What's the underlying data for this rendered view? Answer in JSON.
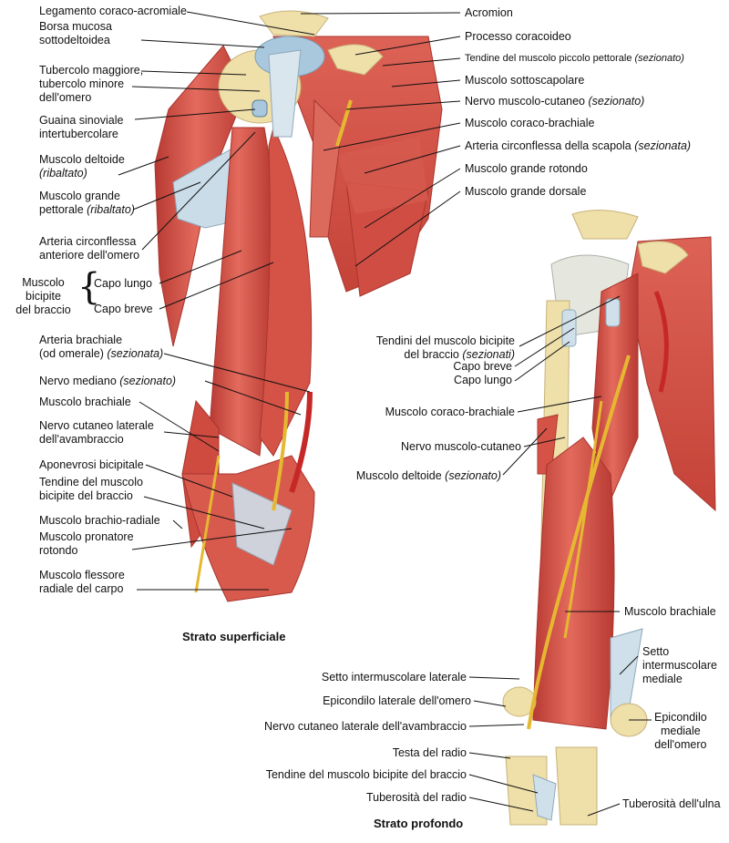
{
  "figure": {
    "caption_superficial": "Strato superficiale",
    "caption_deep": "Strato profondo"
  },
  "superficial": {
    "legamento": "Legamento coraco-acromiale",
    "borsa": "Borsa mucosa\nsottodeltoidea",
    "tubercolo": "Tubercolo maggiore,\ntubercolo minore\ndell'omero",
    "guaina": "Guaina sinoviale\nintertubercolare",
    "deltoide": "Muscolo deltoide",
    "deltoide_note": "(ribaltato)",
    "pettorale": "Muscolo grande\npettorale",
    "pettorale_note": "(ribaltato)",
    "arteria_circ": "Arteria circonflessa\nanteriore dell'omero",
    "bicipite": "Muscolo\nbicipite\ndel braccio",
    "capo_lungo": "Capo lungo",
    "capo_breve": "Capo breve",
    "arteria_brach": "Arteria brachiale\n(od omerale)",
    "arteria_brach_note": "(sezionata)",
    "nervo_mediano": "Nervo mediano",
    "nervo_mediano_note": "(sezionato)",
    "brachiale": "Muscolo brachiale",
    "nervo_cutaneo": "Nervo cutaneo laterale\ndell'avambraccio",
    "aponevrosi": "Aponevrosi bicipitale",
    "tendine_bic": "Tendine del muscolo\nbicipite del braccio",
    "brachioradiale": "Muscolo brachio-radiale",
    "pronatore": "Muscolo pronatore\nrotondo",
    "flessore": "Muscolo flessore\nradiale del carpo",
    "acromion": "Acromion",
    "coracoideo": "Processo coracoideo",
    "piccolo_pett": "Tendine del muscolo piccolo pettorale",
    "piccolo_pett_note": "(sezionato)",
    "sottoscapolare": "Muscolo sottoscapolare",
    "muscolocut": "Nervo muscolo-cutaneo",
    "muscolocut_note": "(sezionato)",
    "coracobrach": "Muscolo coraco-brachiale",
    "circ_scapola": "Arteria circonflessa della scapola",
    "circ_scapola_note": "(sezionata)",
    "grande_rotondo": "Muscolo grande rotondo",
    "grande_dorsale": "Muscolo grande dorsale"
  },
  "deep": {
    "tendini_bic": "Tendini del muscolo bicipite\ndel braccio",
    "tendini_bic_note": "(sezionati)",
    "capo_breve": "Capo breve",
    "capo_lungo": "Capo lungo",
    "coracobrach": "Muscolo coraco-brachiale",
    "muscolocut": "Nervo muscolo-cutaneo",
    "deltoide": "Muscolo deltoide",
    "deltoide_note": "(sezionato)",
    "brachiale": "Muscolo brachiale",
    "setto_lat": "Setto intermuscolare laterale",
    "setto_med": "Setto\nintermuscolare\nmediale",
    "epicondilo_lat": "Epicondilo laterale dell'omero",
    "epicondilo_med": "Epicondilo\nmediale\ndell'omero",
    "nervo_cut": "Nervo cutaneo laterale dell'avambraccio",
    "testa_radio": "Testa del radio",
    "tendine_bic": "Tendine del muscolo bicipite del braccio",
    "tuberosita_radio": "Tuberosità del radio",
    "tuberosita_ulna": "Tuberosità dell'ulna"
  },
  "colors": {
    "muscle": "#d9534a",
    "muscle_dark": "#b83a33",
    "muscle_light": "#e98a7c",
    "tendon": "#cfe0ea",
    "bone": "#efdfa9",
    "nerve": "#e6b832",
    "artery": "#c62828",
    "leader": "#111111"
  }
}
